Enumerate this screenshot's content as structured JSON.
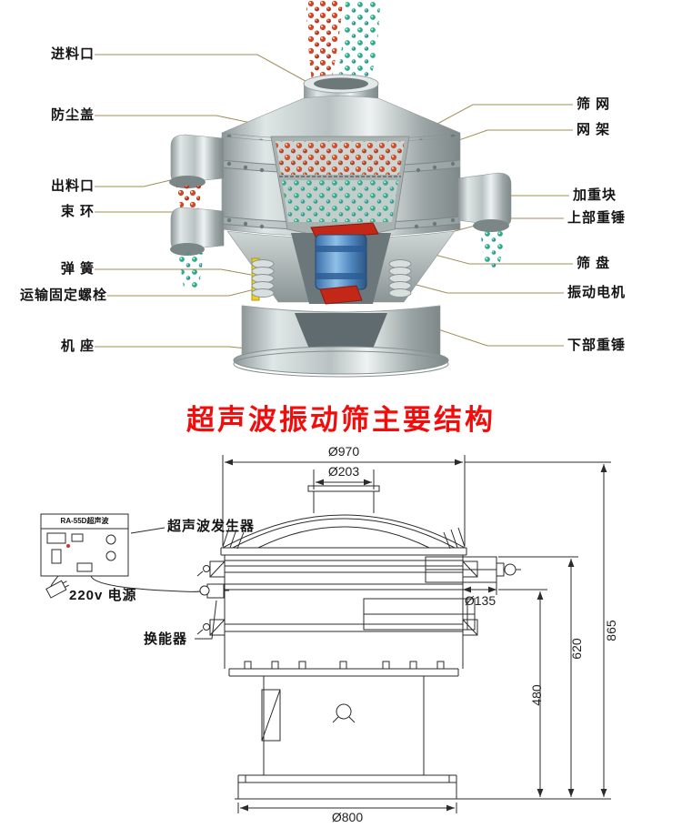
{
  "page": {
    "title": "超声波振动筛主要结构",
    "title_color": "#f20d0d"
  },
  "illustration": {
    "left_labels": [
      {
        "text": "进料口"
      },
      {
        "text": "防尘盖"
      },
      {
        "text": "出料口"
      },
      {
        "text": "束 环"
      },
      {
        "text": "弹 簧"
      },
      {
        "text": "运输固定螺栓"
      },
      {
        "text": "机 座"
      }
    ],
    "right_labels": [
      {
        "text": "筛 网"
      },
      {
        "text": "网 架"
      },
      {
        "text": "加重块"
      },
      {
        "text": "上部重锤"
      },
      {
        "text": "筛 盘"
      },
      {
        "text": "振动电机"
      },
      {
        "text": "下部重锤"
      }
    ],
    "particle_colors": {
      "feed": "#cf4828",
      "fine": "#2fa98a"
    },
    "leader_line_color": "#a08d58"
  },
  "drawing": {
    "generator_box_label": "RA-55D超声波",
    "generator_label": "超声波发生器",
    "power_label": "220v 电源",
    "transducer_label": "换能器",
    "dim_top_diameter": "Ø970",
    "dim_inlet_diameter": "Ø203",
    "dim_outlet_diameter": "Ø135",
    "dim_base_diameter": "Ø800",
    "dim_total_height": "865",
    "dim_mid_height": "620",
    "dim_outlet_height": "480",
    "line_color": "#2b2b2b"
  }
}
